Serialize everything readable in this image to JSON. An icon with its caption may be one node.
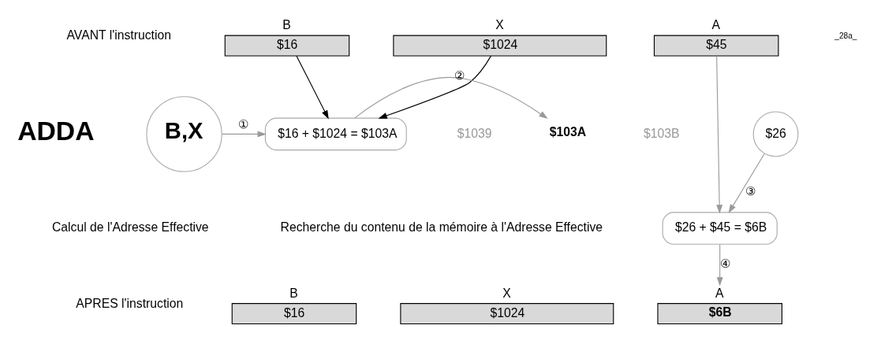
{
  "diagram": {
    "nodes": [
      {
        "text": [
          "B",
          "$16"
        ]
      },
      {
        "text": [
          "X",
          "$1024"
        ]
      },
      {
        "text": [
          "A",
          "$45"
        ]
      },
      {
        "text": [
          "B,X"
        ]
      },
      {
        "text": [
          "$16 + $1024 = $103A"
        ]
      },
      {
        "text": [
          "$103A"
        ]
      },
      {
        "text": [
          "$26"
        ]
      },
      {
        "text": [
          "$26 + $45 = $6B"
        ]
      },
      {
        "text": [
          "B",
          "$16"
        ]
      },
      {
        "text": [
          "X",
          "$1024"
        ]
      },
      {
        "text": [
          "A",
          "$6B"
        ]
      }
    ],
    "edges": [
      {
        "from": 0,
        "to": 4,
        "arrow": "to",
        "color": "#000000"
      },
      {
        "from": 1,
        "to": 4,
        "arrow": "to",
        "color": "#000000"
      },
      {
        "from": 3,
        "to": 4,
        "arrow": "to",
        "label": "①"
      },
      {
        "from": 4,
        "to": 5,
        "arrow": "to",
        "label": "②"
      },
      {
        "from": 6,
        "to": 7,
        "arrow": "to",
        "label": "③"
      },
      {
        "from": 2,
        "to": 7,
        "arrow": "to"
      },
      {
        "from": 7,
        "to": 10,
        "arrow": "to",
        "label": "④"
      }
    ],
    "labels": [
      "_28a_",
      "AVANT l'instruction",
      "ADDA",
      "$1039",
      "$103B",
      "Calcul de l'Adresse Effective",
      "Recherche du contenu de la mémoire à l'Adresse Effective",
      "APRES l'instruction"
    ]
  }
}
